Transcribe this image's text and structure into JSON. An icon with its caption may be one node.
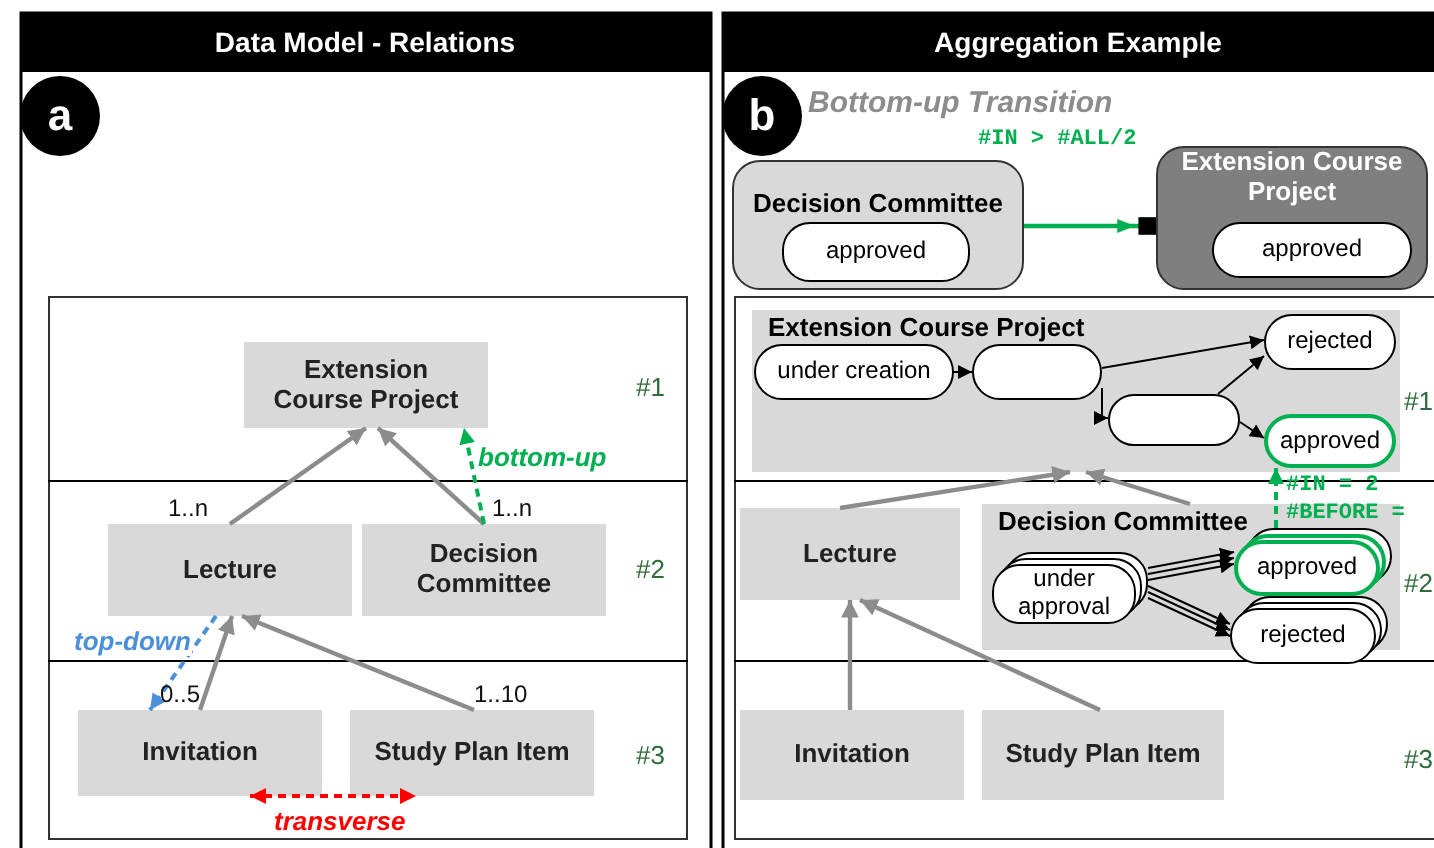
{
  "diagram": {
    "nodes": [
      {
        "text": [
          "Data Model - Relations"
        ]
      },
      {
        "text": [
          "a"
        ]
      },
      {
        "text": [
          "Extension Course Project"
        ]
      },
      {
        "text": [
          "Lecture"
        ]
      },
      {
        "text": [
          "Decision Committee"
        ]
      },
      {
        "text": [
          "Invitation"
        ]
      },
      {
        "text": [
          "Study Plan Item"
        ]
      },
      {
        "text": [
          "Aggregation Example"
        ]
      },
      {
        "text": [
          "b"
        ]
      },
      {
        "text": [
          "Decision Committee"
        ]
      },
      {
        "text": [
          "approved"
        ],
        "in": 9
      },
      {
        "text": [
          "Extension Course Project"
        ]
      },
      {
        "text": [
          "approved"
        ],
        "in": 11
      },
      {
        "text": [
          "Extension Course Project"
        ]
      },
      {
        "text": [
          "under creation"
        ],
        "in": 13
      },
      {
        "text": [],
        "shape": "box",
        "in": 13
      },
      {
        "text": [],
        "shape": "box",
        "in": 13
      },
      {
        "text": [
          "rejected"
        ],
        "in": 13
      },
      {
        "text": [
          "approved"
        ],
        "in": 13
      },
      {
        "text": [
          "Lecture"
        ]
      },
      {
        "text": [
          "Decision Committee"
        ]
      },
      {
        "text": [
          "under approval"
        ],
        "in": 20
      },
      {
        "text": [
          "approved"
        ],
        "in": 20
      },
      {
        "text": [
          "rejected"
        ],
        "in": 20
      },
      {
        "text": [
          "Invitation"
        ]
      },
      {
        "text": [
          "Study Plan Item"
        ]
      }
    ],
    "edges": [
      {
        "from": 3,
        "to": 2,
        "arrow": "to",
        "color": "#8c8c8c"
      },
      {
        "from": 4,
        "to": 2,
        "arrow": "to",
        "color": "#8c8c8c"
      },
      {
        "from": 4,
        "to": 2,
        "arrow": "to",
        "style": "dashed",
        "color": "#00b050",
        "label": "bottom-up"
      },
      {
        "from": 3,
        "to": 5,
        "arrow": "to",
        "style": "dashed",
        "color": "#4a8fd8",
        "label": "top-down"
      },
      {
        "from": 5,
        "to": 3,
        "arrow": "to",
        "color": "#8c8c8c"
      },
      {
        "from": 6,
        "to": 3,
        "arrow": "to",
        "color": "#8c8c8c"
      },
      {
        "from": 5,
        "to": 6,
        "arrow": "both",
        "style": "dashed",
        "color": "#ff0000",
        "label": "transverse"
      },
      {
        "from": 9,
        "to": 11,
        "arrow": "to",
        "color": "#00b050",
        "label": "#IN > #ALL/2"
      },
      {
        "from": 14,
        "to": 15,
        "arrow": "to"
      },
      {
        "from": 15,
        "to": 17,
        "arrow": "to"
      },
      {
        "from": 15,
        "to": 16,
        "arrow": "to"
      },
      {
        "from": 16,
        "to": 17,
        "arrow": "to"
      },
      {
        "from": 16,
        "to": 18,
        "arrow": "to"
      },
      {
        "from": 19,
        "to": 13,
        "arrow": "to",
        "color": "#8c8c8c"
      },
      {
        "from": 20,
        "to": 13,
        "arrow": "to",
        "color": "#8c8c8c"
      },
      {
        "from": 22,
        "to": 18,
        "arrow": "to",
        "style": "dashed",
        "color": "#00b050"
      },
      {
        "from": 21,
        "to": 22,
        "arrow": "to"
      },
      {
        "from": 21,
        "to": 22,
        "arrow": "to"
      },
      {
        "from": 21,
        "to": 22,
        "arrow": "to"
      },
      {
        "from": 21,
        "to": 23,
        "arrow": "to"
      },
      {
        "from": 21,
        "to": 23,
        "arrow": "to"
      },
      {
        "from": 21,
        "to": 23,
        "arrow": "to"
      },
      {
        "from": 24,
        "to": 19,
        "arrow": "to",
        "color": "#8c8c8c"
      },
      {
        "from": 25,
        "to": 19,
        "arrow": "to",
        "color": "#8c8c8c"
      }
    ],
    "labels": [
      "1..n",
      "1..n",
      "0..5",
      "1..10",
      "#1",
      "#2",
      "#3",
      "Bottom-up Transition",
      "#IN = 2",
      "#BEFORE =",
      "#1",
      "#2",
      "#3"
    ]
  }
}
